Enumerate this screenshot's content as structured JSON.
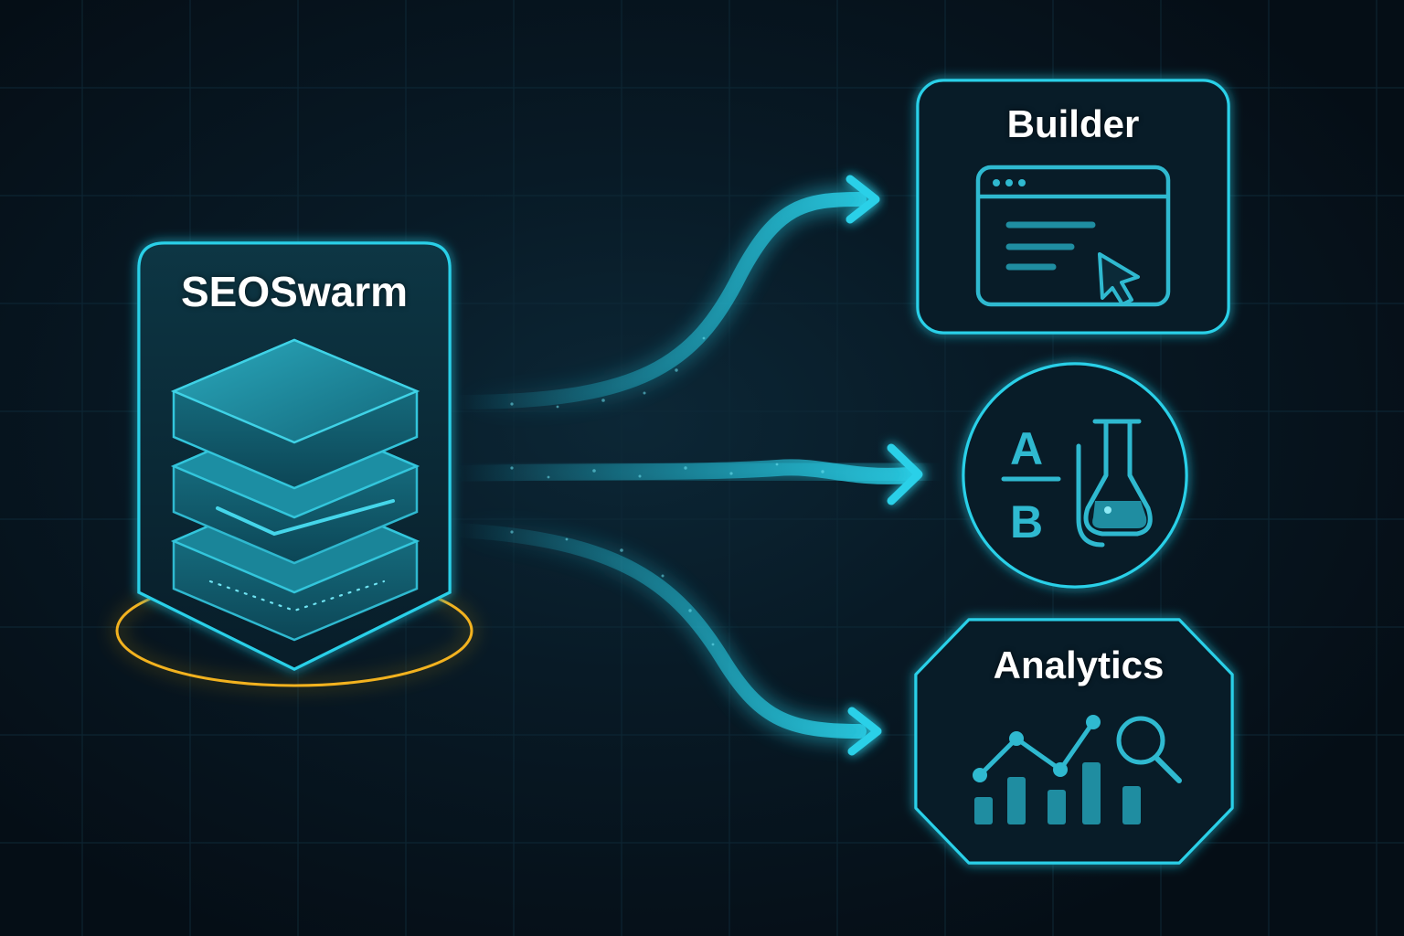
{
  "diagram": {
    "source": {
      "label": "SEOSwarm",
      "icon": "layered-stack-icon"
    },
    "targets": [
      {
        "id": "builder",
        "label": "Builder",
        "icon": "browser-window-cursor-icon"
      },
      {
        "id": "ab-test",
        "label": "",
        "icon": "ab-test-flask-icon",
        "glyph_top": "A",
        "glyph_bottom": "B"
      },
      {
        "id": "analytics",
        "label": "Analytics",
        "icon": "chart-magnifier-icon"
      }
    ],
    "connections": [
      {
        "from": "source",
        "to": "builder"
      },
      {
        "from": "source",
        "to": "ab-test"
      },
      {
        "from": "source",
        "to": "analytics"
      }
    ]
  },
  "colors": {
    "background": "#06121b",
    "accent": "#22c3dd",
    "accent_dim": "#0f5566",
    "highlight_ring": "#f2b21f",
    "text": "#ffffff"
  }
}
